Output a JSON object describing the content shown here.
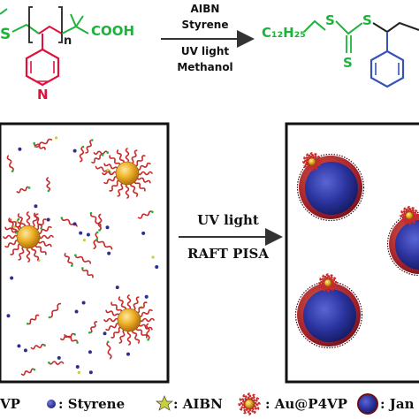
{
  "reaction": {
    "reactant": {
      "s_atom": "S",
      "repeat_index": "n",
      "acid_group": "COOH",
      "ring_n": "N"
    },
    "conditions": [
      "AIBN",
      "Styrene",
      "UV light",
      "Methanol"
    ],
    "product": {
      "chain": "C₁₂H₂₅",
      "s1": "S",
      "s2": "S",
      "s3": "S"
    }
  },
  "process": {
    "arrow_top": "UV light",
    "arrow_bottom": "RAFT PISA"
  },
  "legend": {
    "p4vp": "VP",
    "styrene": ": Styrene",
    "aibn": ": AIBN",
    "au_p4vp": ": Au@P4VP",
    "janus": ": Jan"
  },
  "colors": {
    "green": "#1db33a",
    "red": "#e0103c",
    "blue_ring": "#3553b8",
    "gold": "#e2a51c",
    "chain": "#c82a2a",
    "styrene_dot": "#2b2f8e",
    "aibn_dot": "#c8cf3e",
    "janus_core": "#232a8f",
    "janus_shell": "#9b1d24"
  }
}
